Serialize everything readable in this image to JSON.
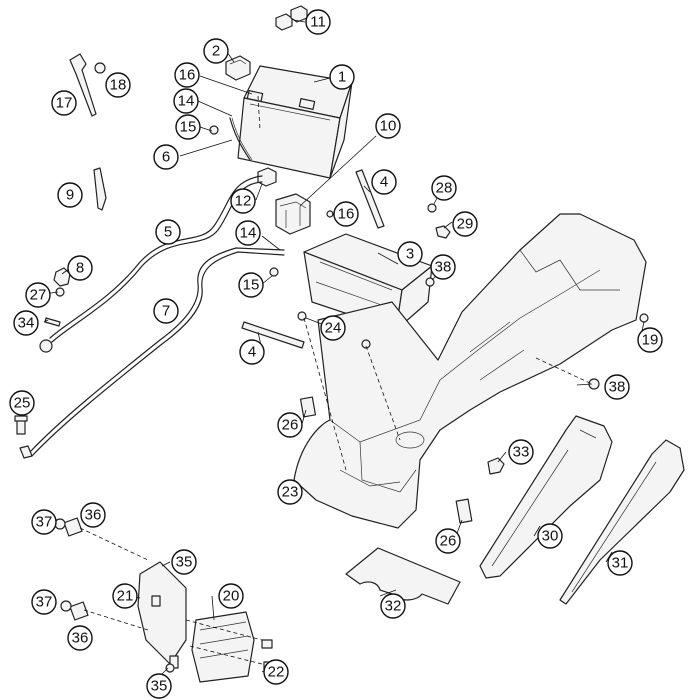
{
  "callouts": [
    {
      "id": "c1",
      "label": "1"
    },
    {
      "id": "c2",
      "label": "2"
    },
    {
      "id": "c3",
      "label": "3"
    },
    {
      "id": "c4a",
      "label": "4"
    },
    {
      "id": "c4b",
      "label": "4"
    },
    {
      "id": "c5",
      "label": "5"
    },
    {
      "id": "c6",
      "label": "6"
    },
    {
      "id": "c7",
      "label": "7"
    },
    {
      "id": "c8",
      "label": "8"
    },
    {
      "id": "c9",
      "label": "9"
    },
    {
      "id": "c10",
      "label": "10"
    },
    {
      "id": "c11",
      "label": "11"
    },
    {
      "id": "c12",
      "label": "12"
    },
    {
      "id": "c14a",
      "label": "14"
    },
    {
      "id": "c14b",
      "label": "14"
    },
    {
      "id": "c15a",
      "label": "15"
    },
    {
      "id": "c15b",
      "label": "15"
    },
    {
      "id": "c16a",
      "label": "16"
    },
    {
      "id": "c16b",
      "label": "16"
    },
    {
      "id": "c17",
      "label": "17"
    },
    {
      "id": "c18",
      "label": "18"
    },
    {
      "id": "c19",
      "label": "19"
    },
    {
      "id": "c20",
      "label": "20"
    },
    {
      "id": "c21",
      "label": "21"
    },
    {
      "id": "c22",
      "label": "22"
    },
    {
      "id": "c23",
      "label": "23"
    },
    {
      "id": "c24",
      "label": "24"
    },
    {
      "id": "c25",
      "label": "25"
    },
    {
      "id": "c26a",
      "label": "26"
    },
    {
      "id": "c26b",
      "label": "26"
    },
    {
      "id": "c27",
      "label": "27"
    },
    {
      "id": "c28",
      "label": "28"
    },
    {
      "id": "c29",
      "label": "29"
    },
    {
      "id": "c30",
      "label": "30"
    },
    {
      "id": "c31",
      "label": "31"
    },
    {
      "id": "c32",
      "label": "32"
    },
    {
      "id": "c33",
      "label": "33"
    },
    {
      "id": "c34",
      "label": "34"
    },
    {
      "id": "c35a",
      "label": "35"
    },
    {
      "id": "c35b",
      "label": "35"
    },
    {
      "id": "c36a",
      "label": "36"
    },
    {
      "id": "c36b",
      "label": "36"
    },
    {
      "id": "c37a",
      "label": "37"
    },
    {
      "id": "c37b",
      "label": "37"
    },
    {
      "id": "c38a",
      "label": "38"
    },
    {
      "id": "c38b",
      "label": "38"
    }
  ]
}
